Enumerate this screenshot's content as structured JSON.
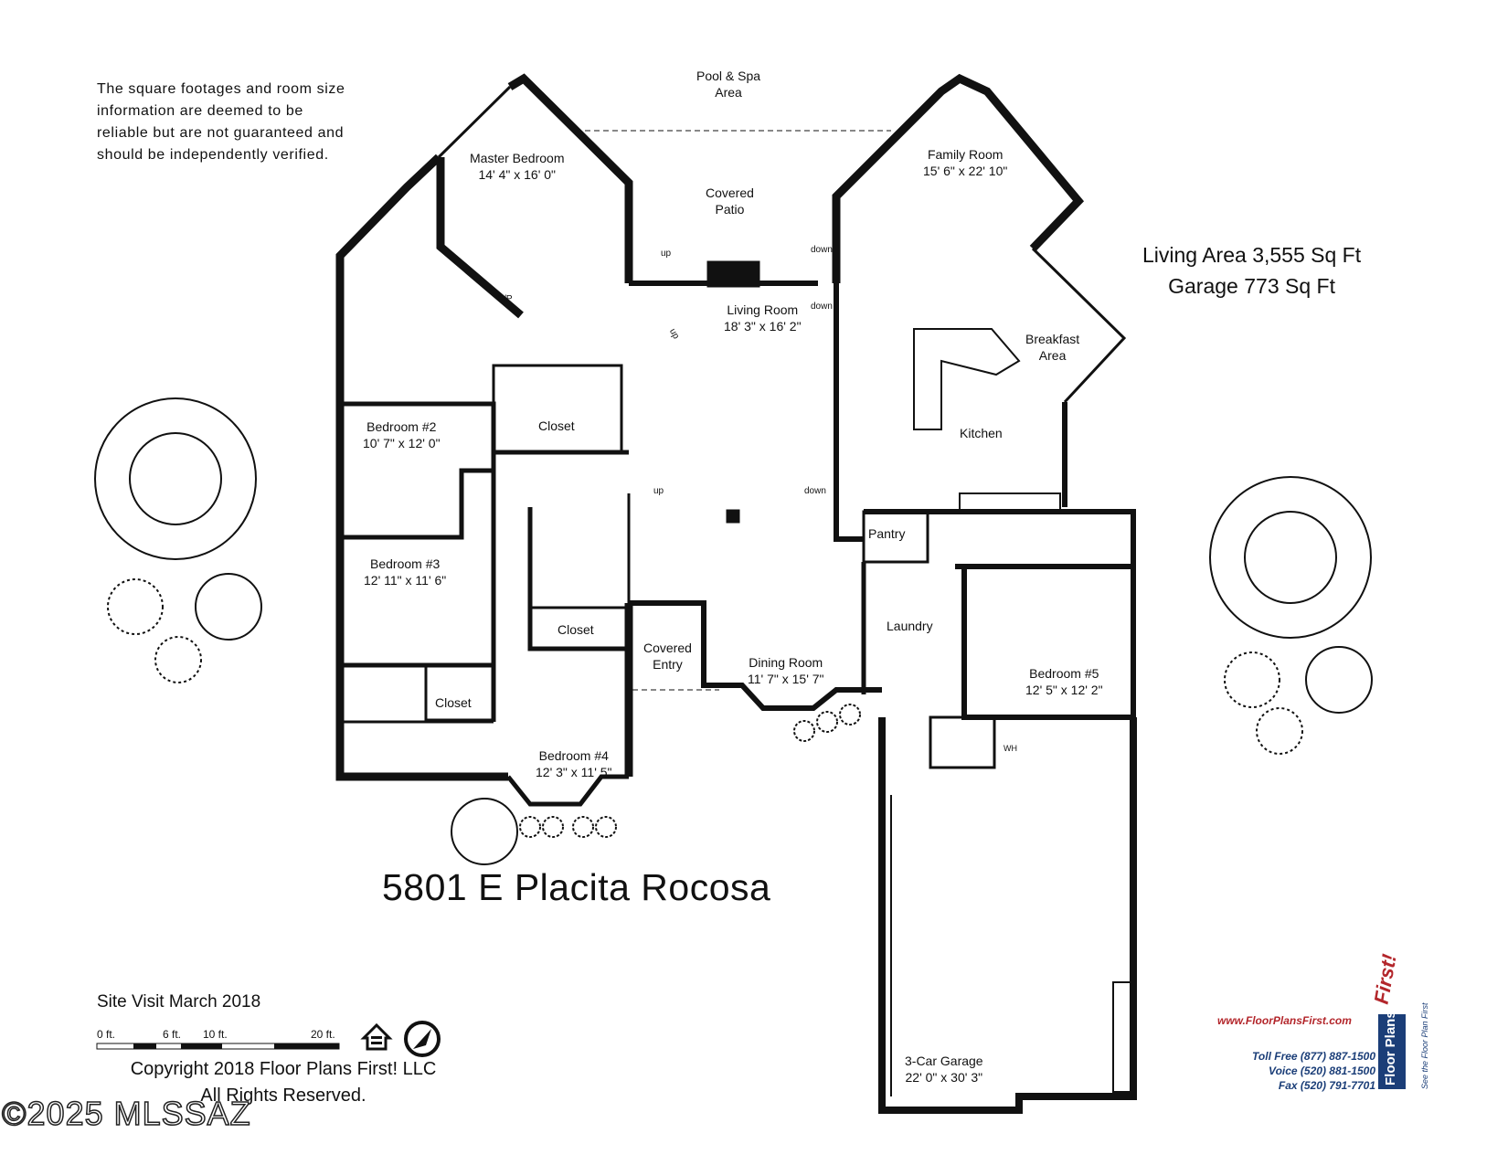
{
  "disclaimer": {
    "lines": [
      "The square footages and room size",
      "information are deemed to be",
      "reliable but are not guaranteed and",
      "should be independently verified."
    ]
  },
  "area": {
    "living": "Living Area 3,555 Sq Ft",
    "garage": "Garage  773 Sq Ft"
  },
  "address": "5801 E Placita Rocosa",
  "site_visit": "Site Visit March 2018",
  "scale": {
    "t0": "0 ft.",
    "t6": "6 ft.",
    "t10": "10 ft.",
    "t20": "20 ft."
  },
  "copyright": {
    "line1": "Copyright 2018 Floor Plans First! LLC",
    "line2": "All Rights Reserved."
  },
  "watermark": "©2025 MLSSAZ",
  "brand": {
    "url": "www.FloorPlansFirst.com",
    "name": "Floor Plans",
    "accent": "First!",
    "tagline": "See the Floor Plan First",
    "toll_free": "Toll Free (877) 887-1500",
    "voice": "Voice (520) 881-1500",
    "fax": "Fax (520) 791-7701",
    "color_blue": "#1b3e78",
    "color_red": "#b3262b"
  },
  "rooms": {
    "pool": {
      "name": "Pool & Spa",
      "dims": "Area"
    },
    "master": {
      "name": "Master Bedroom",
      "dims": "14' 4\" x 16' 0\""
    },
    "patio": {
      "name": "Covered",
      "dims": "Patio"
    },
    "family": {
      "name": "Family Room",
      "dims": "15' 6\" x  22' 10\""
    },
    "living": {
      "name": "Living Room",
      "dims": "18' 3\" x 16' 2\""
    },
    "breakfast": {
      "name": "Breakfast",
      "dims": "Area"
    },
    "kitchen": {
      "name": "Kitchen",
      "dims": ""
    },
    "closet1": {
      "name": "Closet",
      "dims": ""
    },
    "bed2": {
      "name": "Bedroom #2",
      "dims": "10' 7\" x 12' 0\""
    },
    "pantry": {
      "name": "Pantry",
      "dims": ""
    },
    "bed3": {
      "name": "Bedroom #3",
      "dims": "12' 11\" x 11' 6\""
    },
    "closet2": {
      "name": "Closet",
      "dims": ""
    },
    "laundry": {
      "name": "Laundry",
      "dims": ""
    },
    "entry": {
      "name": "Covered",
      "dims": "Entry"
    },
    "dining": {
      "name": "Dining Room",
      "dims": "11' 7\" x 15' 7\""
    },
    "bed5": {
      "name": "Bedroom #5",
      "dims": "12' 5\" x 12' 2\""
    },
    "closet3": {
      "name": "Closet",
      "dims": ""
    },
    "bed4": {
      "name": "Bedroom #4",
      "dims": "12' 3\" x 11' 5\""
    },
    "garage": {
      "name": "3-Car Garage",
      "dims": "22' 0\" x 30' 3\""
    }
  },
  "small_labels": {
    "up1": "up",
    "up2": "up",
    "up3": "up",
    "down1": "down",
    "down2": "down",
    "down3": "down",
    "fp": "F/P",
    "wh": "WH"
  }
}
